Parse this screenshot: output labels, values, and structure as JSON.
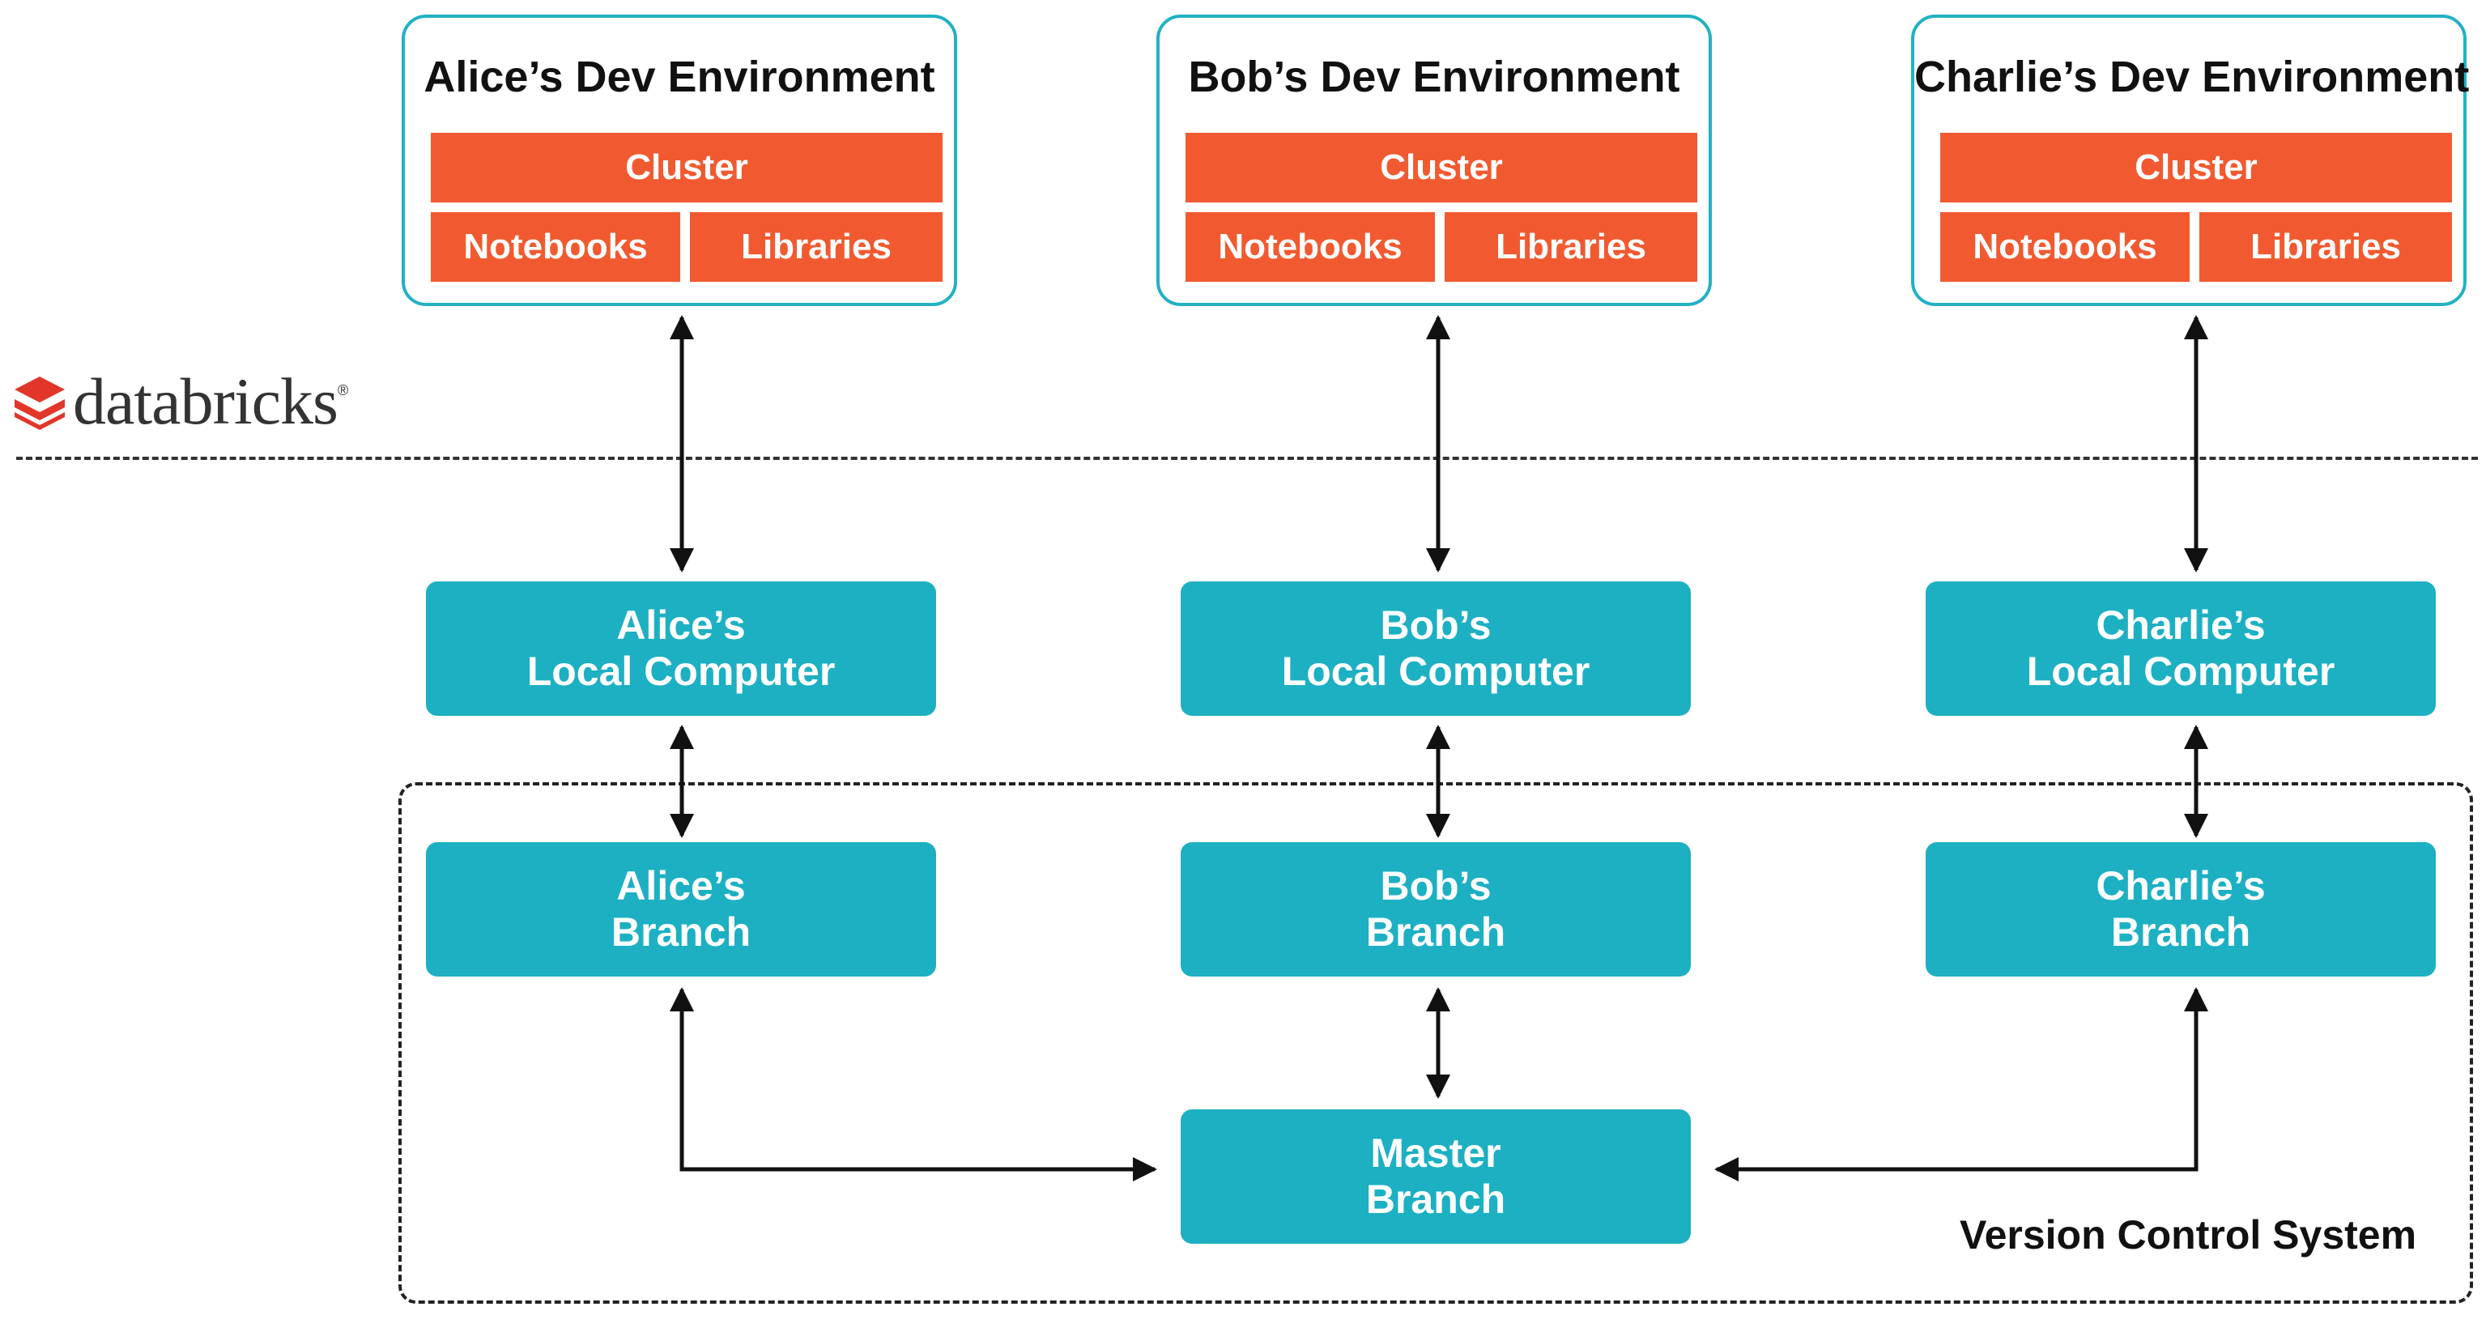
{
  "brand": {
    "name": "databricks",
    "registered": "®"
  },
  "developers": [
    {
      "env_title": "Alice’s Dev Environment",
      "cluster": "Cluster",
      "notebooks": "Notebooks",
      "libraries": "Libraries",
      "local_line1": "Alice’s",
      "local_line2": "Local Computer",
      "branch_line1": "Alice’s",
      "branch_line2": "Branch"
    },
    {
      "env_title": "Bob’s Dev Environment",
      "cluster": "Cluster",
      "notebooks": "Notebooks",
      "libraries": "Libraries",
      "local_line1": "Bob’s",
      "local_line2": "Local Computer",
      "branch_line1": "Bob’s",
      "branch_line2": "Branch"
    },
    {
      "env_title": "Charlie’s Dev Environment",
      "cluster": "Cluster",
      "notebooks": "Notebooks",
      "libraries": "Libraries",
      "local_line1": "Charlie’s",
      "local_line2": "Local Computer",
      "branch_line1": "Charlie’s",
      "branch_line2": "Branch"
    }
  ],
  "master": {
    "line1": "Master",
    "line2": "Branch"
  },
  "vcs_label": "Version Control System",
  "colors": {
    "teal": "#1db0c3",
    "env_border": "#23b1c4",
    "orange": "#f15a30",
    "arrow": "#111111",
    "logo_red": "#e2362a"
  },
  "icons": [
    "databricks-logo-icon",
    "double-arrow-icon"
  ]
}
